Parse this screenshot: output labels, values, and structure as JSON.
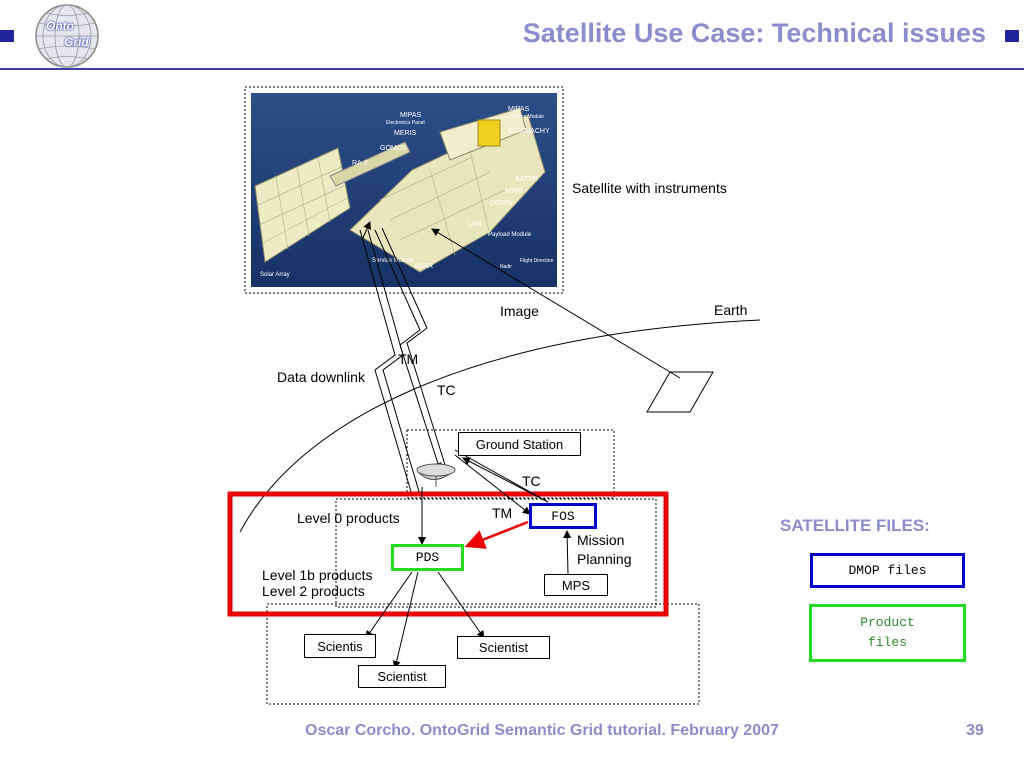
{
  "slide": {
    "title": "Satellite Use Case: Technical issues",
    "footer": "Oscar Corcho. OntoGrid Semantic Grid tutorial. February 2007",
    "page_number": "39",
    "logo_text_top": "Onto",
    "logo_text_bottom": "Grid"
  },
  "satellite_image": {
    "labels": [
      "MIPAS",
      "Electronics Panel",
      "MERIS",
      "GOMOS",
      "RA-2",
      "MIPAS",
      "Optics Module",
      "SCIAMACHY",
      "AATSR",
      "MWR",
      "DORIS",
      "LRR",
      "Payload Module",
      "Service Module",
      "ASAR",
      "Solar Array",
      "Flight Direction",
      "Nadir"
    ]
  },
  "diagram": {
    "satellite_caption": "Satellite with instruments",
    "image_label": "Image",
    "earth_label": "Earth",
    "tm_label_top": "TM",
    "tc_label_top": "TC",
    "data_downlink": "Data downlink",
    "ground_station": "Ground Station",
    "tc_label": "TC",
    "tm_label": "TM",
    "level0": "Level 0 products",
    "fos": "FOS",
    "mission_planning_1": "Mission",
    "mission_planning_2": "Planning",
    "pds": "PDS",
    "level1b": "Level 1b products",
    "level2": "Level 2 products",
    "mps": "MPS",
    "scientist_1": "Scientis",
    "scientist_2": "Scientist",
    "scientist_3": "Scientist"
  },
  "legend": {
    "title": "SATELLITE FILES:",
    "dmop": "DMOP files",
    "product": "Product files",
    "colors": {
      "dmop": "#0000cc",
      "product": "#22dd22",
      "highlight": "#ee0000"
    }
  }
}
